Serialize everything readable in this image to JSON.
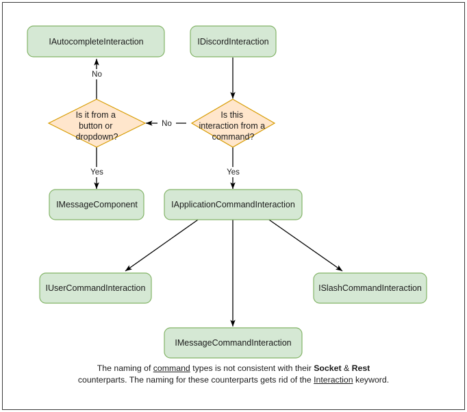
{
  "diagram": {
    "title": "Discord interaction type hierarchy flowchart",
    "colors": {
      "box_fill": "#d5e8d4",
      "box_stroke": "#82b366",
      "diamond_fill": "#ffe6cc",
      "diamond_stroke": "#d79b00",
      "edge": "#000000",
      "frame": "#393939",
      "background": "#ffffff"
    },
    "nodes": {
      "autocomplete": "IAutocompleteInteraction",
      "discord": "IDiscordInteraction",
      "decision_button": {
        "line1": "Is it from a",
        "line2": "button or",
        "line3": "dropdown?"
      },
      "decision_command": {
        "line1": "Is this",
        "line2": "interaction from a",
        "line3": "command?"
      },
      "message_component": "IMessageComponent",
      "application_command": "IApplicationCommandInteraction",
      "user_command": "IUserCommandInteraction",
      "message_command": "IMessageCommandInteraction",
      "slash_command": "ISlashCommandInteraction"
    },
    "edge_labels": {
      "no_up": "No",
      "no_left": "No",
      "yes_left": "Yes",
      "yes_right": "Yes"
    }
  },
  "caption": {
    "part1": "The naming of ",
    "underline1": "command",
    "part2": " types is not consistent with their ",
    "bold1": "Socket",
    "part3": " & ",
    "bold2": "Rest",
    "part4": " counterparts. The naming for these counterparts gets rid of the ",
    "underline2": "Interaction",
    "part5": " keyword."
  }
}
